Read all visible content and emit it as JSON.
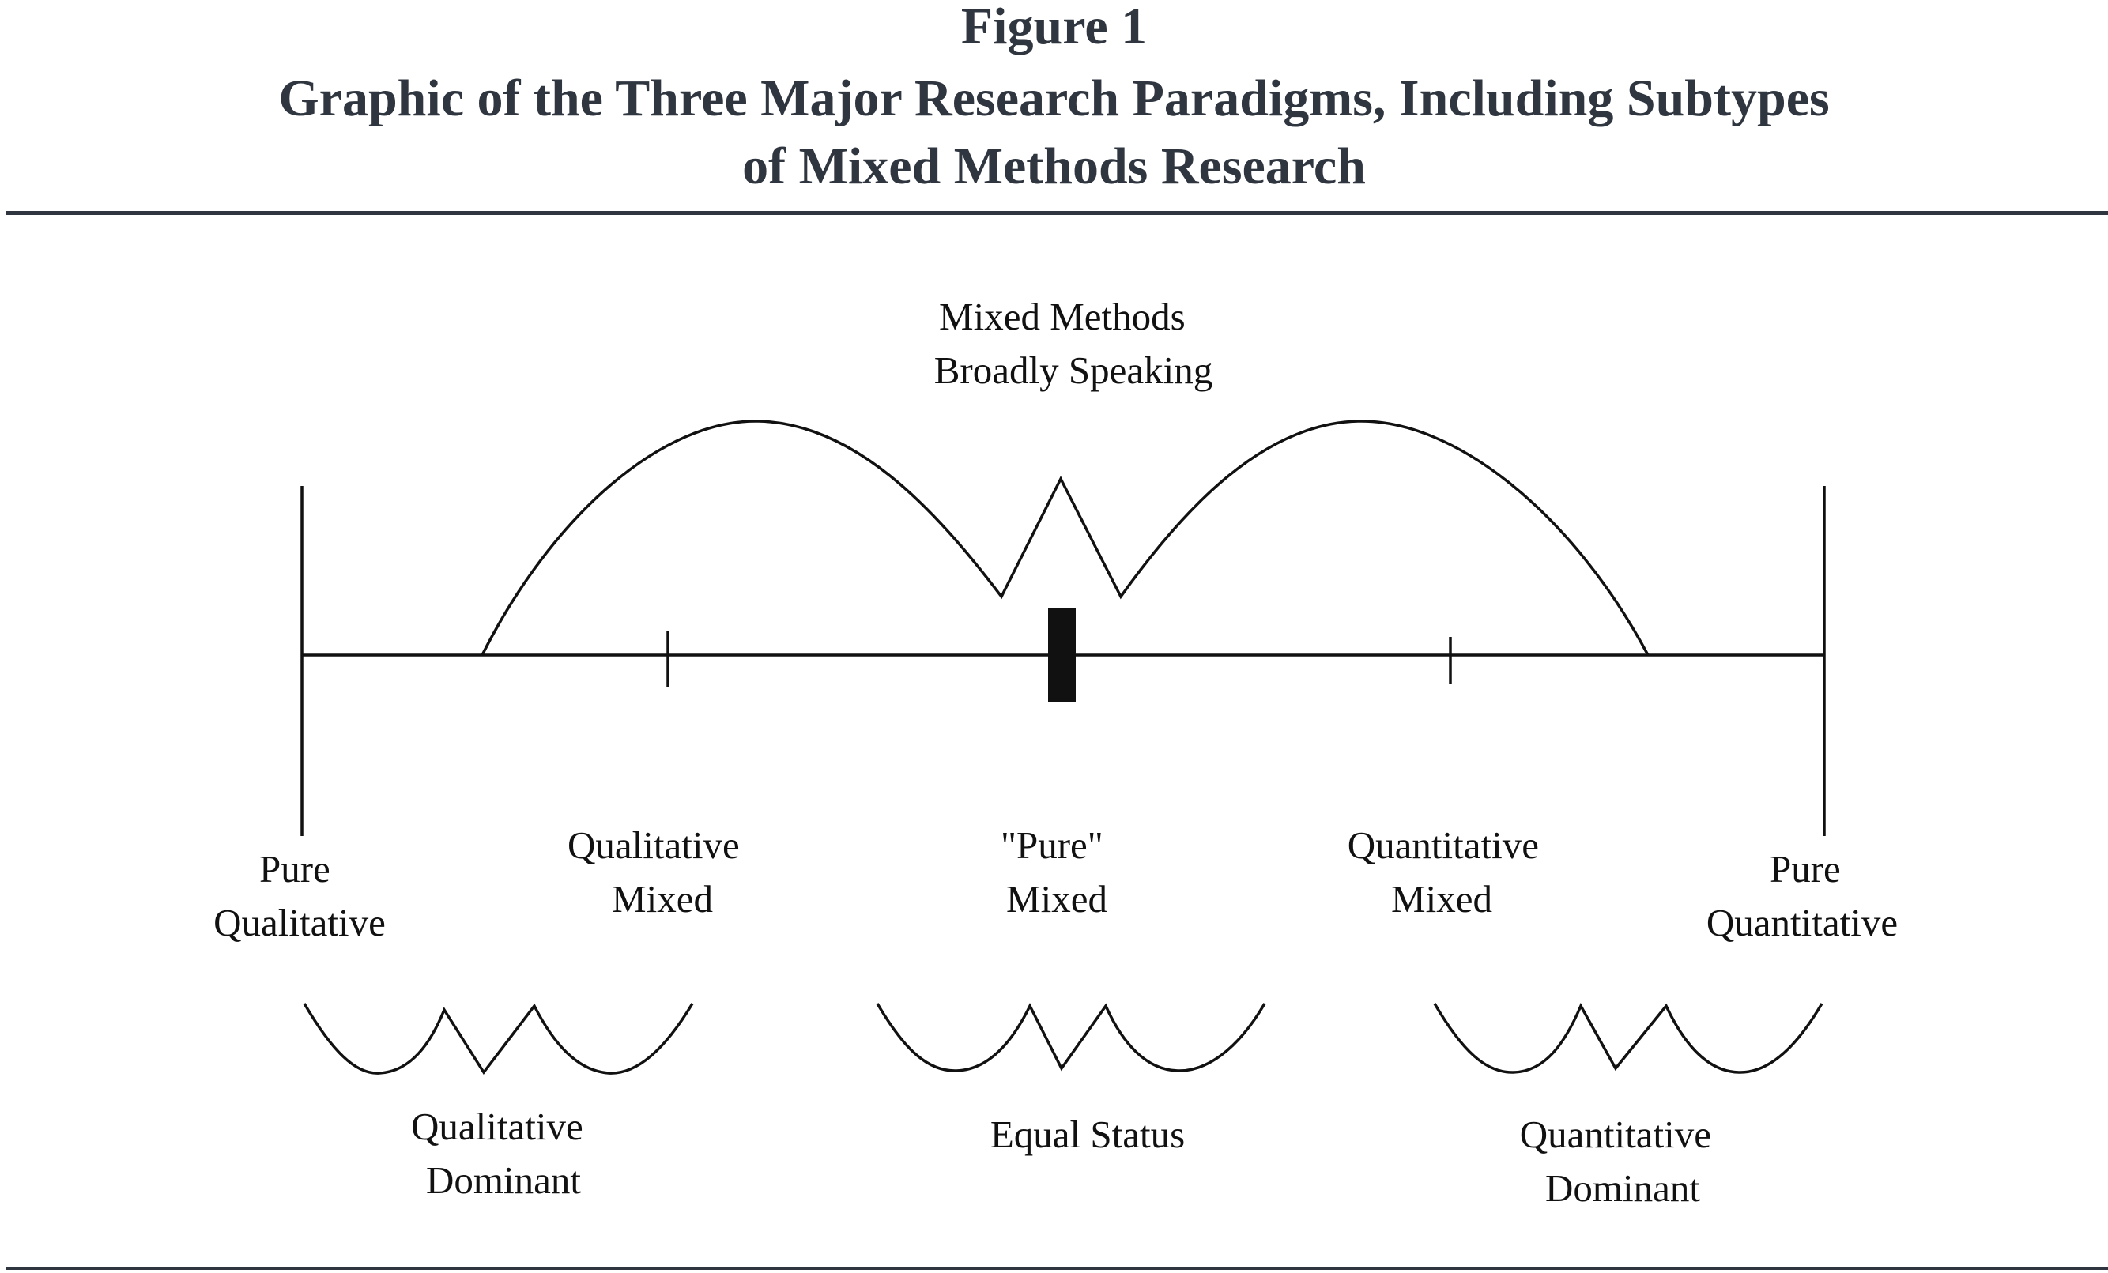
{
  "figure": {
    "number": "Figure 1",
    "title_lines": [
      "Graphic of the Three Major Research Paradigms, Including Subtypes",
      "of Mixed Methods Research"
    ]
  },
  "diagram": {
    "top_label": [
      "Mixed Methods",
      "Broadly Speaking"
    ],
    "continuum_labels": {
      "pure_qualitative": [
        "Pure",
        "Qualitative"
      ],
      "qualitative_mixed": [
        "Qualitative",
        "Mixed"
      ],
      "pure_mixed": [
        "\"Pure\"",
        "Mixed"
      ],
      "quantitative_mixed": [
        "Quantitative",
        "Mixed"
      ],
      "pure_quantitative": [
        "Pure",
        "Quantitative"
      ]
    },
    "bottom_labels": {
      "qualitative_dominant": [
        "Qualitative",
        "Dominant"
      ],
      "equal_status": [
        "Equal Status"
      ],
      "quantitative_dominant": [
        "Quantitative",
        "Dominant"
      ]
    }
  },
  "colors": {
    "title": "#2f3640",
    "lines": "#111111"
  }
}
